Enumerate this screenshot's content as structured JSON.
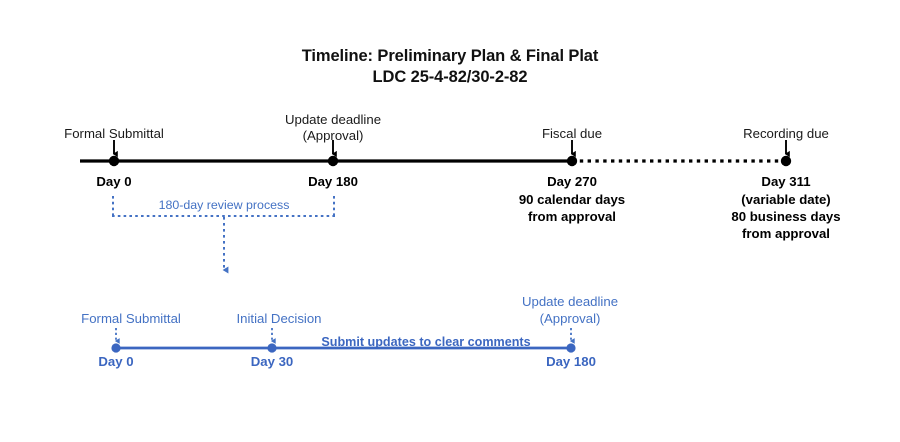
{
  "title": {
    "line1": "Timeline: Preliminary Plan & Final Plat",
    "line2": "LDC 25-4-82/30-2-82"
  },
  "colors": {
    "primary_line": "#000000",
    "accent_blue": "#4472c4",
    "accent_blue_dark": "#3b66c0",
    "background": "#ffffff"
  },
  "chart_data": {
    "type": "timeline",
    "title": "Timeline: Preliminary Plan & Final Plat",
    "subtitle": "LDC 25-4-82/30-2-82",
    "tracks": [
      {
        "name": "main-timeline",
        "color": "#000000",
        "milestones": [
          {
            "label": "Formal Submittal",
            "day_label": "Day 0",
            "day": 0,
            "notes": []
          },
          {
            "label_line1": "Update deadline",
            "label_line2": "(Approval)",
            "day_label": "Day 180",
            "day": 180,
            "notes": []
          },
          {
            "label": "Fiscal due",
            "day_label": "Day 270",
            "day": 270,
            "notes": [
              "90 calendar days",
              "from approval"
            ]
          },
          {
            "label": "Recording due",
            "day_label": "Day 311",
            "day": 311,
            "notes": [
              "(variable date)",
              "80 business days",
              "from approval"
            ]
          }
        ],
        "segments": [
          {
            "from_day": 0,
            "to_day": 270,
            "style": "solid"
          },
          {
            "from_day": 270,
            "to_day": 311,
            "style": "dotted"
          }
        ]
      },
      {
        "name": "review-timeline",
        "color": "#4472c4",
        "milestones": [
          {
            "label": "Formal Submittal",
            "day_label": "Day 0",
            "day": 0
          },
          {
            "label": "Initial Decision",
            "day_label": "Day 30",
            "day": 30
          },
          {
            "label_line1": "Update deadline",
            "label_line2": "(Approval)",
            "day_label": "Day 180",
            "day": 180
          }
        ],
        "segments": [
          {
            "from_day": 0,
            "to_day": 180,
            "style": "solid"
          }
        ],
        "span_annotation": {
          "text": "Submit updates to clear comments",
          "from_day": 30,
          "to_day": 180
        }
      }
    ],
    "bracket": {
      "label": "180-day review process",
      "from_day": 0,
      "to_day": 180,
      "style": "dotted",
      "color": "#4472c4",
      "expands_to": "review-timeline"
    }
  },
  "main_timeline": {
    "m1": {
      "label": "Formal Submittal",
      "day": "Day 0"
    },
    "m2": {
      "label_line1": "Update deadline",
      "label_line2": "(Approval)",
      "day": "Day 180"
    },
    "m3": {
      "label": "Fiscal due",
      "day": "Day 270",
      "note1": "90 calendar days",
      "note2": "from approval"
    },
    "m4": {
      "label": "Recording due",
      "day": "Day 311",
      "note1": "(variable date)",
      "note2": "80 business days",
      "note3": "from approval"
    }
  },
  "bracket": {
    "label": "180-day review process"
  },
  "review_timeline": {
    "r1": {
      "label": "Formal Submittal",
      "day": "Day 0"
    },
    "r2": {
      "label": "Initial Decision",
      "day": "Day 30"
    },
    "r3": {
      "label_line1": "Update deadline",
      "label_line2": "(Approval)",
      "day": "Day 180"
    },
    "span_label": "Submit updates to clear comments"
  }
}
